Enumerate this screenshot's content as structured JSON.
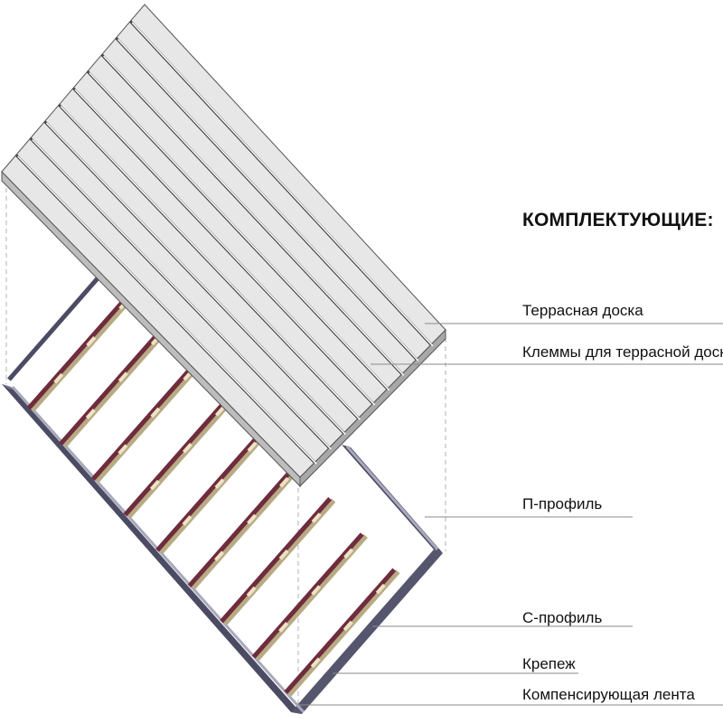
{
  "heading": "КОМПЛЕКТУЮЩИЕ:",
  "components": [
    "Террасная доска",
    "Клеммы для террасной доски",
    "П-профиль",
    "С-профиль",
    "Крепеж",
    "Компенсирующая лента"
  ],
  "colors": {
    "board": "#e7e7e7",
    "board_edge": "#ffffff",
    "board_groove": "#444444",
    "frame_outer": "#4b4b63",
    "frame_inner": "#a9a9bd",
    "joist_profile": "#6e2c3c",
    "joist_tape": "#b8aa84",
    "clip": "#efe3c6",
    "leader_line": "#8a8a8a",
    "projection_line": "#b0b0b0"
  }
}
